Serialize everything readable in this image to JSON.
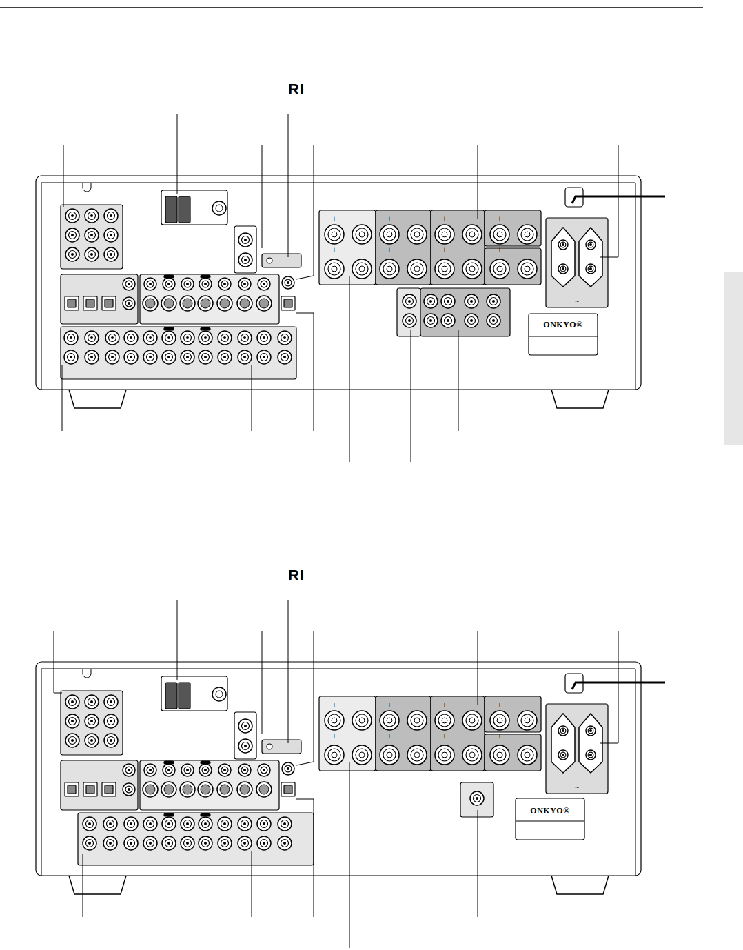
{
  "diagram": {
    "labels": [
      "RI",
      "+",
      "−",
      "+",
      "−",
      "+",
      "−",
      "+",
      "−",
      "+",
      "−",
      "+",
      "−",
      "+",
      "−",
      "+",
      "−",
      "~",
      "ONKYO®",
      "RI",
      "+",
      "−",
      "+",
      "−",
      "+",
      "−",
      "+",
      "−",
      "+",
      "−",
      "+",
      "−",
      "+",
      "−",
      "+",
      "−",
      "~",
      "ONKYO®"
    ]
  }
}
